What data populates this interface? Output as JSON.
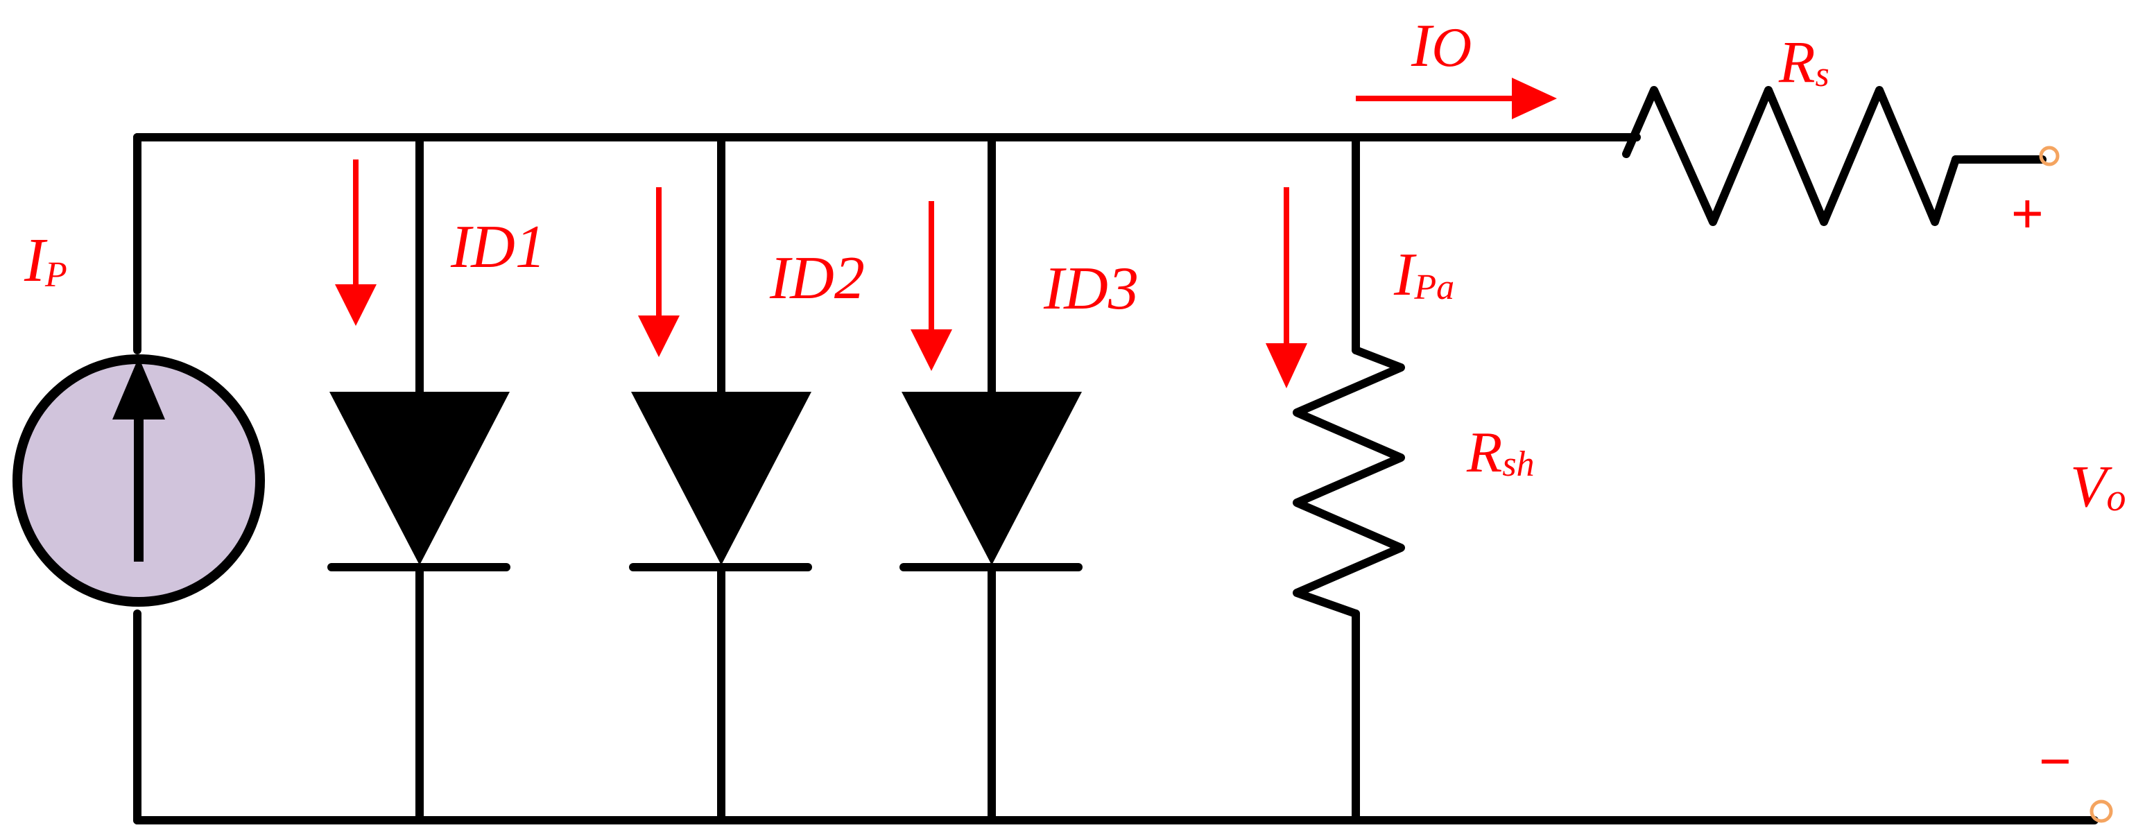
{
  "labels": {
    "ip": {
      "main": "I",
      "sub": "P"
    },
    "id1": "ID1",
    "id2": "ID2",
    "id3": "ID3",
    "ipa": {
      "main": "I",
      "sub": "Pa"
    },
    "rsh": {
      "main": "R",
      "sub": "sh"
    },
    "io": {
      "main": "I",
      "sub": "O"
    },
    "rs": {
      "main": "R",
      "sub": "s"
    },
    "vo": {
      "main": "V",
      "sub": "o"
    },
    "plus": "+",
    "minus": "−"
  },
  "colors": {
    "wire": "#000000",
    "annotation": "#ff0000",
    "source_fill": "#d1c4dc",
    "terminal": "#f4a460"
  }
}
